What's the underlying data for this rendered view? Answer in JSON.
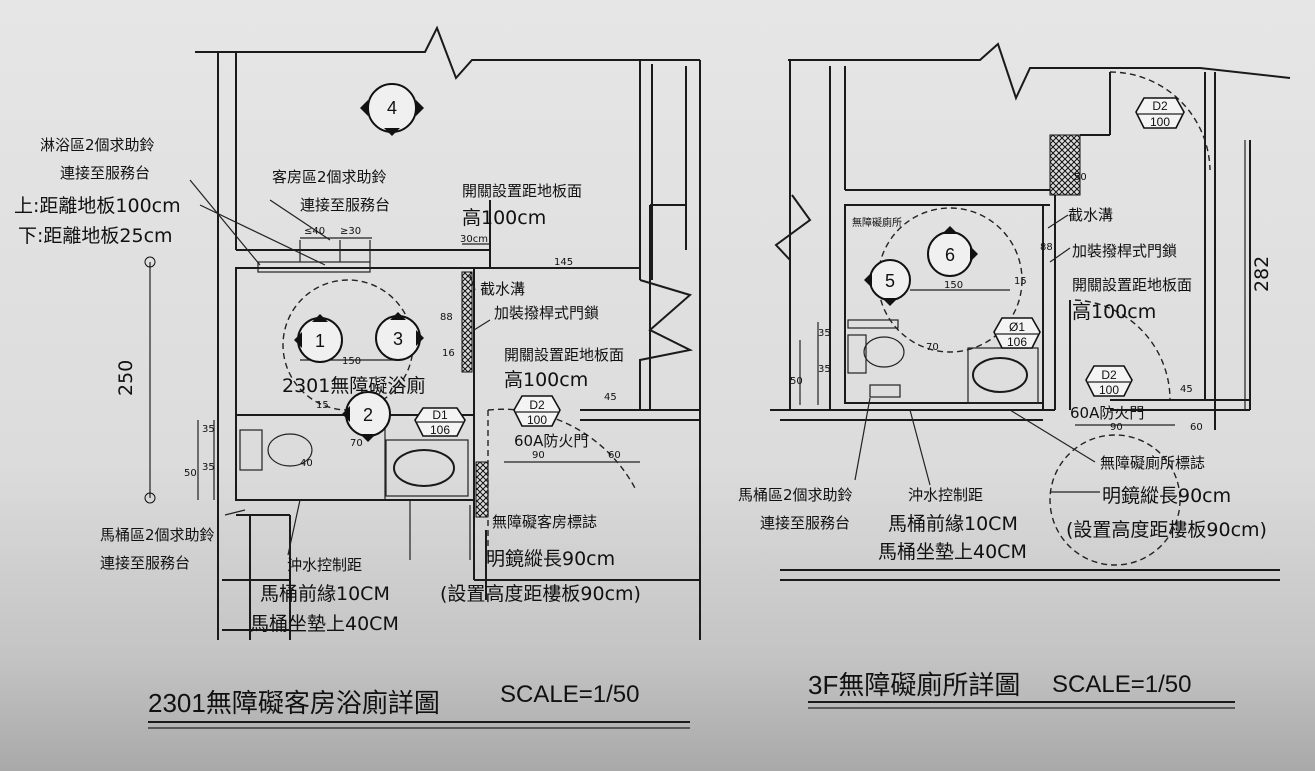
{
  "left_plan": {
    "title": "2301無障礙客房浴廁詳圖",
    "scale": "SCALE=1/50",
    "labels": {
      "shower_bells": "淋浴區2個求助鈴",
      "shower_connect": "連接至服務台",
      "upper_height": "上:距離地板100cm",
      "lower_height": "下:距離地板25cm",
      "room_bells": "客房區2個求助鈴",
      "room_connect": "連接至服務台",
      "switch_height_1": "開關設置距地板面",
      "switch_height_2": "高100cm",
      "drain": "截水溝",
      "door_lock": "加裝撥桿式門鎖",
      "switch2_1": "開關設置距地板面",
      "switch2_2": "高100cm",
      "room_name": "2301無障礙浴廁",
      "toilet_bells": "馬桶區2個求助鈴",
      "toilet_connect": "連接至服務台",
      "flush_1": "沖水控制距",
      "flush_2": "馬桶前緣10CM",
      "flush_3": "馬桶坐墊上40CM",
      "sign": "無障礙客房標誌",
      "mirror_1": "明鏡縱長90cm",
      "mirror_2": "(設置高度距樓板90cm)",
      "fire_door": "60A防火門"
    },
    "circles": [
      "4",
      "1",
      "3",
      "2"
    ],
    "hexes": [
      {
        "top": "D1",
        "bottom": "106"
      },
      {
        "top": "D2",
        "bottom": "100"
      }
    ],
    "dims": {
      "d40": "≤40",
      "d30": "≥30",
      "d30cm": "30cm",
      "d145": "145",
      "d88": "88",
      "d150": "150",
      "d16": "16",
      "d15": "15",
      "d70": "70",
      "d35a": "35",
      "d35b": "35",
      "d50": "50",
      "d40b": "40",
      "d45": "45",
      "d90": "90",
      "d60": "60",
      "d250": "250"
    }
  },
  "right_plan": {
    "title": "3F無障礙廁所詳圖",
    "scale": "SCALE=1/50",
    "labels": {
      "room_name": "無障礙廁所",
      "drain": "截水溝",
      "door_lock": "加裝撥桿式門鎖",
      "switch_1": "開關設置距地板面",
      "switch_2": "高100cm",
      "toilet_bells": "馬桶區2個求助鈴",
      "toilet_connect": "連接至服務台",
      "flush_1": "沖水控制距",
      "flush_2": "馬桶前緣10CM",
      "flush_3": "馬桶坐墊上40CM",
      "sign": "無障礙廁所標誌",
      "mirror_1": "明鏡縱長90cm",
      "mirror_2": "(設置高度距樓板90cm)",
      "fire_door": "60A防火門"
    },
    "circles": [
      "6",
      "5"
    ],
    "hexes": [
      {
        "top": "D2",
        "bottom": "100"
      },
      {
        "top": "Ø1",
        "bottom": "106"
      },
      {
        "top": "D2",
        "bottom": "100"
      }
    ],
    "dims": {
      "d50": "50",
      "d88": "88",
      "d150": "150",
      "d15": "15",
      "d35a": "35",
      "d35b": "35",
      "d50b": "50",
      "d70": "70",
      "d45": "45",
      "d90": "90",
      "d60": "60",
      "d282": "282"
    }
  }
}
